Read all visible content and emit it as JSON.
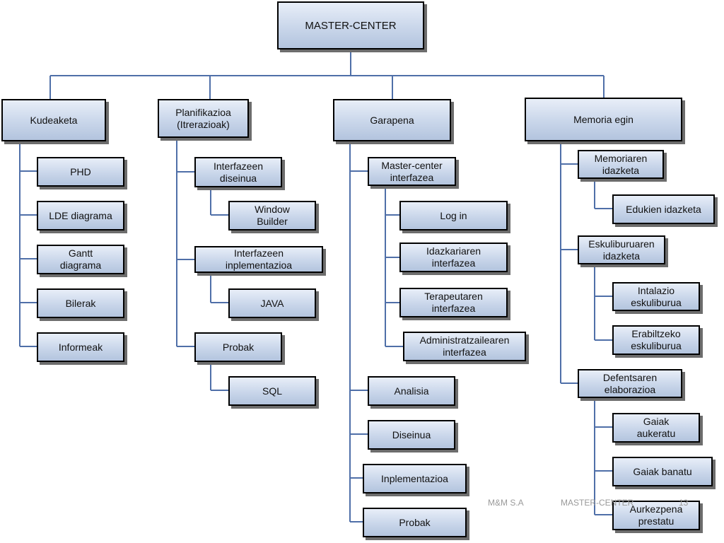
{
  "diagram": {
    "root": "MASTER-CENTER",
    "kudeaketa": {
      "title": "Kudeaketa",
      "items": [
        "PHD",
        "LDE diagrama",
        "Gantt\ndiagrama",
        "Bilerak",
        "Informeak"
      ]
    },
    "planifikazioa": {
      "title": "Planifikazioa\n(Itrerazioak)",
      "diseinua": "Interfazeen\ndiseinua",
      "window_builder": "Window\nBuilder",
      "inplementazioa": "Interfazeen\ninplementazioa",
      "java": "JAVA",
      "probak": "Probak",
      "sql": "SQL"
    },
    "garapena": {
      "title": "Garapena",
      "interfazea": "Master-center\ninterfazea",
      "login": "Log in",
      "idazkaria": "Idazkariaren\ninterfazea",
      "terapeuta": "Terapeutaren\ninterfazea",
      "administratzailea": "Administratzailearen\ninterfazea",
      "analisia": "Analisia",
      "diseinua": "Diseinua",
      "inplementazioa": "Inplementazioa",
      "probak": "Probak"
    },
    "memoria": {
      "title": "Memoria egin",
      "memoriaren_idazketa": "Memoriaren\nidazketa",
      "edukien_idazketa": "Edukien idazketa",
      "eskuliburuaren_idazketa": "Eskuliburuaren\nidazketa",
      "intalazio": "Intalazio\neskuliburua",
      "erabiltzeko": "Erabiltzeko\neskuliburua",
      "defentsa": "Defentsaren\nelaborazioa",
      "gaiak_aukeratu": "Gaiak\naukeratu",
      "gaiak_banatu": "Gaiak banatu",
      "aurkezpena": "Aurkezpena\nprestatu"
    }
  },
  "footer": {
    "company": "M&M S.A",
    "project": "MASTER-CENTER",
    "page": "13"
  },
  "colors": {
    "connector": "#4f6fa8",
    "box_top": "#e8eef8",
    "box_bottom": "#b3c4de",
    "border": "#000000"
  }
}
